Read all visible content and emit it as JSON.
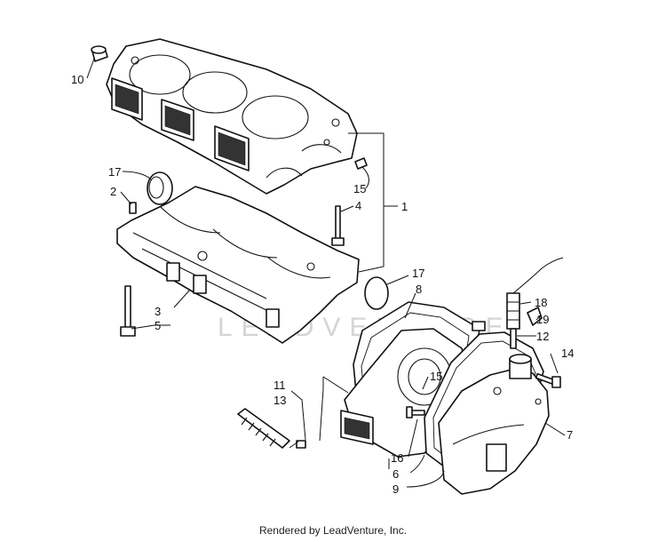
{
  "diagram": {
    "watermark": "LEADVENTURE",
    "callouts": [
      "10",
      "17",
      "2",
      "15",
      "4",
      "1",
      "3",
      "5",
      "17",
      "8",
      "18",
      "19",
      "12",
      "14",
      "11",
      "13",
      "15",
      "16",
      "6",
      "9",
      "7"
    ]
  },
  "footer": {
    "text": "Rendered by LeadVenture, Inc."
  }
}
